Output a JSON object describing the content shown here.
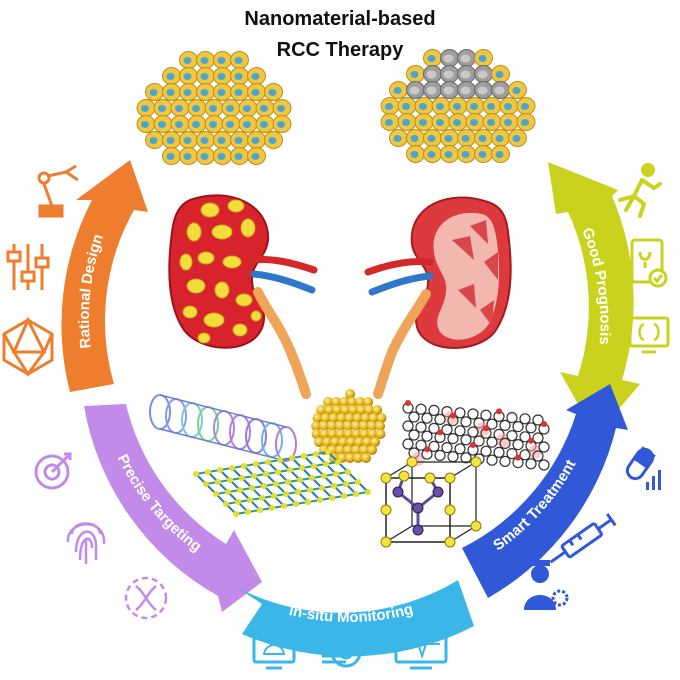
{
  "title": {
    "line1": "Nanomaterial-based",
    "line2": "RCC Therapy"
  },
  "cycle": {
    "rational_design": "Rational Design",
    "good_prognosis": "Good Prognosis",
    "precise_targeting": "Precise Targeting",
    "insitu_monitoring": "In-situ Monitoring",
    "smart_treatment": "Smart Treatment"
  },
  "colors": {
    "rational_design": "#ef7d2e",
    "good_prognosis": "#c9d21c",
    "precise_targeting": "#c38be9",
    "insitu_monitoring": "#3ab7e8",
    "smart_treatment": "#3158d6",
    "tumor_red": "#d9232c",
    "tumor_spot": "#f2dd3a",
    "kidney_red": "#dc3a3c",
    "cell_yellow": "#f1c640",
    "nucleus_blue": "#4aa6cf",
    "gray_cell": "#9e9e9e"
  },
  "icons": {
    "rational_design": [
      "robot-arm-icon",
      "sliders-icon",
      "icosahedron-icon"
    ],
    "good_prognosis": [
      "running-person-icon",
      "medical-monitor-icon",
      "kidney-screen-icon"
    ],
    "precise_targeting": [
      "target-icon",
      "fingerprint-icon",
      "dna-icon"
    ],
    "insitu_monitoring": [
      "ultrasound-screen-icon",
      "scanner-icon",
      "ecg-monitor-icon"
    ],
    "smart_treatment": [
      "pill-icon",
      "syringe-icon",
      "doctor-icon"
    ]
  }
}
